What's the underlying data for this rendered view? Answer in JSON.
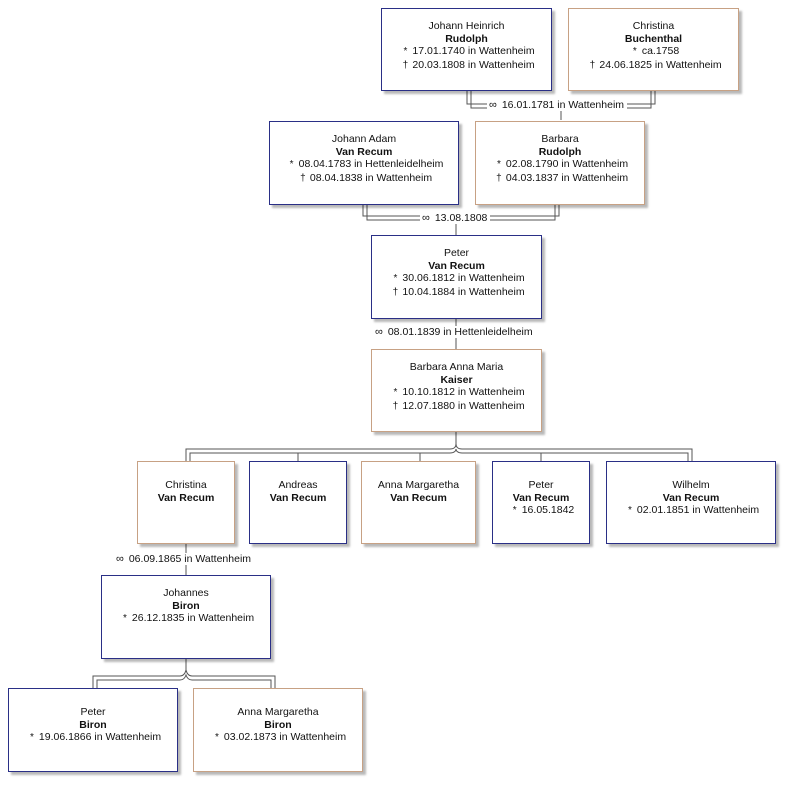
{
  "symbols": {
    "birth": "*",
    "death": "†",
    "marriage": "∞"
  },
  "persons": {
    "johann_heinrich": {
      "given": "Johann Heinrich",
      "surname": "Rudolph",
      "birth": "17.01.1740 in Wattenheim",
      "death": "20.03.1808 in Wattenheim",
      "sex": "male"
    },
    "christina_b": {
      "given": "Christina",
      "surname": "Buchenthal",
      "birth": "ca.1758",
      "death": "24.06.1825 in Wattenheim",
      "sex": "female"
    },
    "johann_adam": {
      "given": "Johann Adam",
      "surname": "Van Recum",
      "birth": "08.04.1783 in Hettenleidelheim",
      "death": "08.04.1838 in Wattenheim",
      "sex": "male"
    },
    "barbara_r": {
      "given": "Barbara",
      "surname": "Rudolph",
      "birth": "02.08.1790 in Wattenheim",
      "death": "04.03.1837 in Wattenheim",
      "sex": "female"
    },
    "peter_vr": {
      "given": "Peter",
      "surname": "Van Recum",
      "birth": "30.06.1812 in Wattenheim",
      "death": "10.04.1884 in Wattenheim",
      "sex": "male"
    },
    "barbara_k": {
      "given": "Barbara Anna Maria",
      "surname": "Kaiser",
      "birth": "10.10.1812 in Wattenheim",
      "death": "12.07.1880 in Wattenheim",
      "sex": "female"
    },
    "christina_vr": {
      "given": "Christina",
      "surname": "Van Recum",
      "sex": "female"
    },
    "andreas_vr": {
      "given": "Andreas",
      "surname": "Van Recum",
      "sex": "male"
    },
    "anna_m_vr": {
      "given": "Anna Margaretha",
      "surname": "Van Recum",
      "sex": "female"
    },
    "peter2_vr": {
      "given": "Peter",
      "surname": "Van Recum",
      "birth": "16.05.1842",
      "sex": "male"
    },
    "wilhelm_vr": {
      "given": "Wilhelm",
      "surname": "Van Recum",
      "birth": "02.01.1851 in Wattenheim",
      "sex": "male"
    },
    "johannes_b": {
      "given": "Johannes",
      "surname": "Biron",
      "birth": "26.12.1835 in Wattenheim",
      "sex": "male"
    },
    "peter_b": {
      "given": "Peter",
      "surname": "Biron",
      "birth": "19.06.1866 in Wattenheim",
      "sex": "male"
    },
    "anna_m_b": {
      "given": "Anna Margaretha",
      "surname": "Biron",
      "birth": "03.02.1873 in Wattenheim",
      "sex": "female"
    }
  },
  "marriages": {
    "m1781": "16.01.1781 in Wattenheim",
    "m1808": "13.08.1808",
    "m1839": "08.01.1839 in Hettenleidelheim",
    "m1865": "06.09.1865 in Wattenheim"
  }
}
